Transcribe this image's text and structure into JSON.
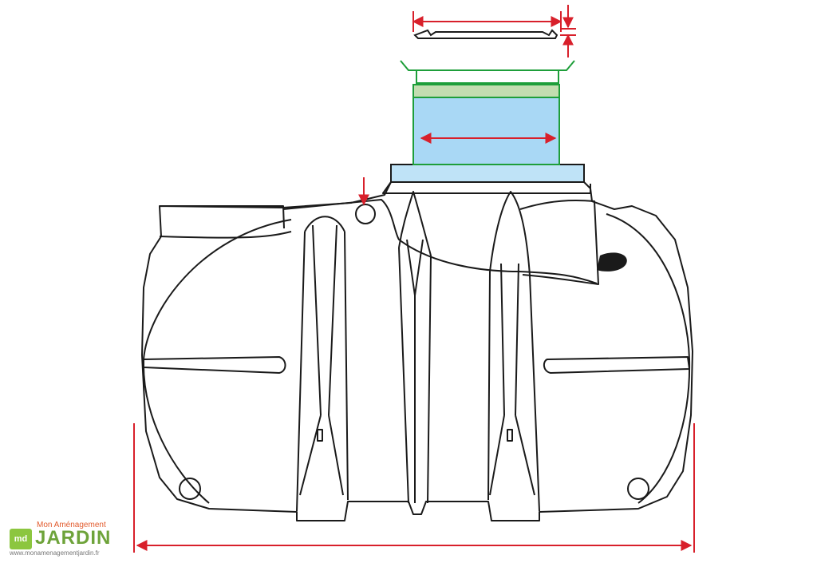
{
  "logo": {
    "mark": "md",
    "top_line": "Mon Aménagement",
    "main": "JARDIN",
    "url": "www.monamenagementjardin.fr"
  },
  "colors": {
    "outline": "#1a1a1a",
    "dimension_arrow": "#d8202b",
    "cover_frame": "#1e9e3a",
    "rehausse_green": "#c3ddb0",
    "rehausse_blue": "#a9d8f5",
    "collar_blue": "#bfe3f7",
    "logo_green": "#8cc63f",
    "logo_orange": "#e25a2c"
  },
  "icons": {
    "logo": "leaf-logo-icon"
  }
}
